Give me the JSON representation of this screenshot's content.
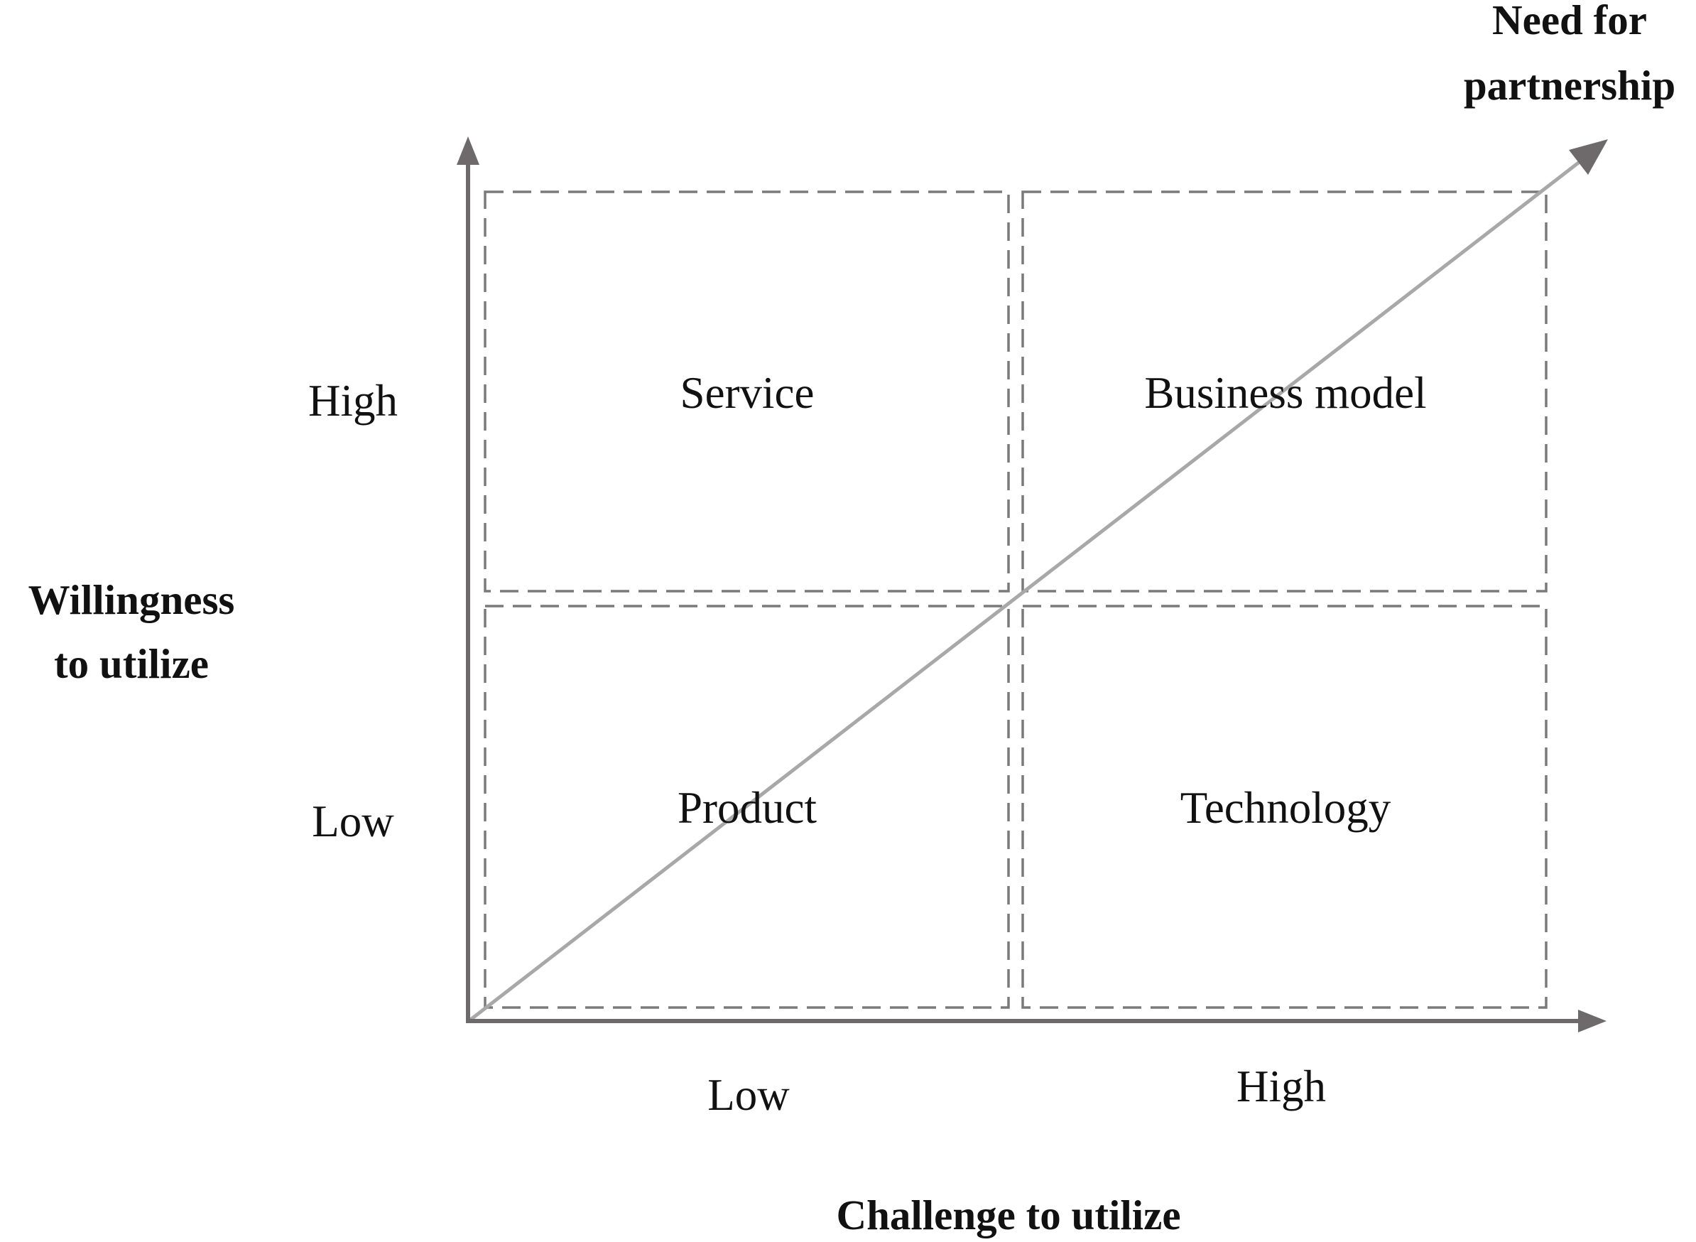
{
  "diagram": {
    "quadrants": {
      "top_left": "Service",
      "top_right": "Business model",
      "bottom_left": "Product",
      "bottom_right": "Technology"
    },
    "y_axis": {
      "label_line1": "Willingness",
      "label_line2": "to utilize",
      "tick_high": "High",
      "tick_low": "Low"
    },
    "x_axis": {
      "label": "Challenge to utilize",
      "tick_low": "Low",
      "tick_high": "High"
    },
    "diagonal": {
      "label_line1": "Need for",
      "label_line2": "partnership"
    }
  }
}
